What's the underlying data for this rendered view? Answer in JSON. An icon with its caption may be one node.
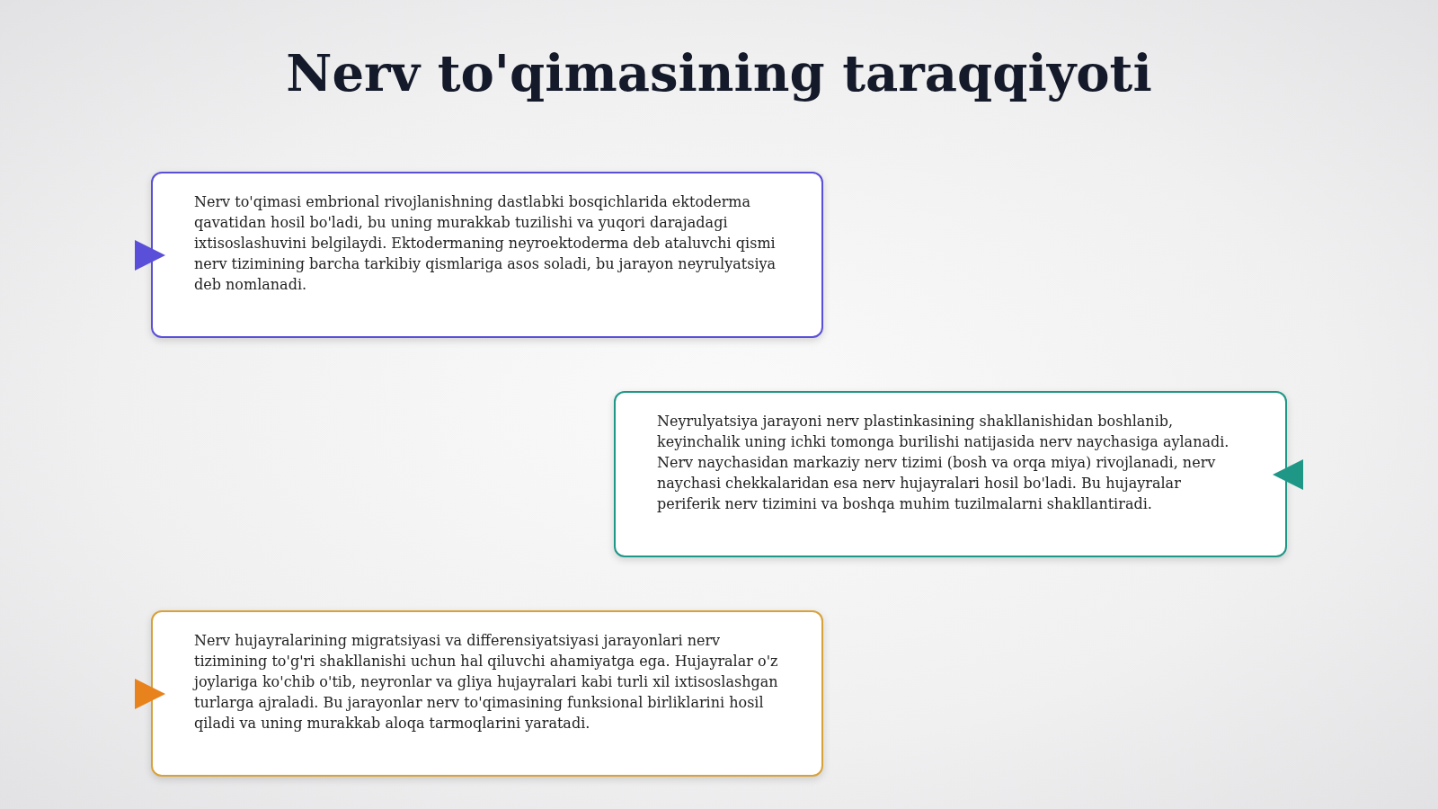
{
  "diagram": {
    "title": "Nerv to'qimasining taraqqiyoti",
    "nodes": [
      {
        "text": [
          "Nerv to'qimasi embrional rivojlanishning dastlabki bosqichlarida ektoderma qavatidan hosil bo'ladi, bu uning murakkab tuzilishi va yuqori darajadagi ixtisoslashuvini belgilaydi. Ektodermaning neyroektoderma deb ataluvchi qismi nerv tizimining barcha tarkibiy qismlariga asos soladi, bu jarayon neyrulyatsiya deb nomlanadi."
        ]
      },
      {
        "text": [
          "Neyrulyatsiya jarayoni nerv plastinkasining shakllanishidan boshlanib, keyinchalik uning ichki tomonga burilishi natijasida nerv naychasiga aylanadi. Nerv naychasidan markaziy nerv tizimi (bosh va orqa miya) rivojlanadi, nerv naychasi chekkalaridan esa nerv hujayralari hosil bo'ladi. Bu hujayralar periferik nerv tizimini va boshqa muhim tuzilmalarni shakllantiradi."
        ]
      },
      {
        "text": [
          "Nerv hujayralarining migratsiyasi va differensiyatsiyasi jarayonlari nerv tizimining to'g'ri shakllanishi uchun hal qiluvchi ahamiyatga ega. Hujayralar o'z joylariga ko'chib o'tib, neyronlar va gliya hujayralari kabi turli xil ixtisoslashgan turlarga ajraladi. Bu jarayonlar nerv to'qimasining funksional birliklarini hosil qiladi va uning murakkab aloqa tarmoqlarini yaratadi."
        ]
      }
    ]
  }
}
